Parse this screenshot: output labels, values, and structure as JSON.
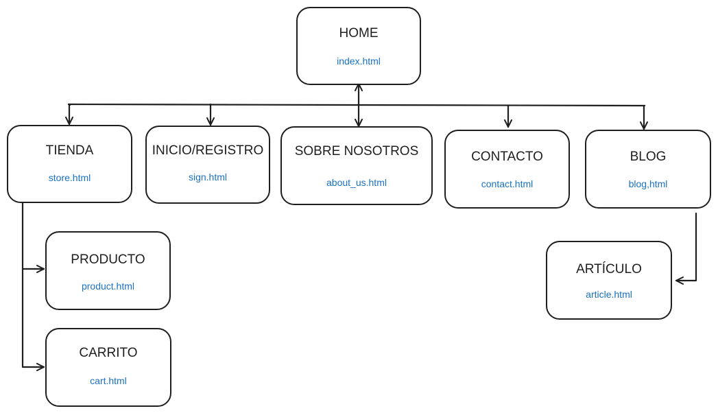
{
  "colors": {
    "stroke": "#1e1e1e",
    "title": "#1e1e1e",
    "file": "#1971c2",
    "background": "#ffffff"
  },
  "nodes": {
    "home": {
      "title": "HOME",
      "file": "index.html"
    },
    "tienda": {
      "title": "TIENDA",
      "file": "store.html"
    },
    "inicio": {
      "title": "INICIO/REGISTRO",
      "file": "sign.html"
    },
    "sobre": {
      "title": "SOBRE NOSOTROS",
      "file": "about_us.html"
    },
    "contacto": {
      "title": "CONTACTO",
      "file": "contact.html"
    },
    "blog": {
      "title": "BLOG",
      "file": "blog,html"
    },
    "producto": {
      "title": "PRODUCTO",
      "file": "product.html"
    },
    "carrito": {
      "title": "CARRITO",
      "file": "cart.html"
    },
    "articulo": {
      "title": "ARTÍCULO",
      "file": "article.html"
    }
  },
  "edges": [
    {
      "from": "home",
      "to": "tienda"
    },
    {
      "from": "home",
      "to": "inicio"
    },
    {
      "from": "home",
      "to": "sobre"
    },
    {
      "from": "home",
      "to": "contacto"
    },
    {
      "from": "home",
      "to": "blog"
    },
    {
      "from": "tienda",
      "to": "producto"
    },
    {
      "from": "tienda",
      "to": "carrito"
    },
    {
      "from": "blog",
      "to": "articulo"
    }
  ]
}
